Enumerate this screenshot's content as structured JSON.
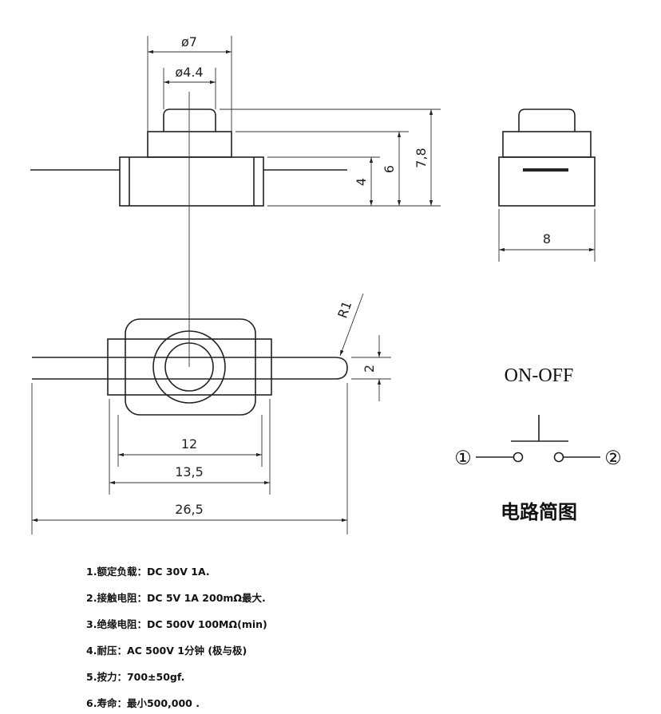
{
  "dimensions": {
    "outer_diameter": "ø7",
    "button_diameter": "ø4.4",
    "body_height": "4",
    "mid_height": "6",
    "total_height": "7,8",
    "width": "8",
    "radius": "R1",
    "pin_width": "2",
    "body_length": "12",
    "flange_length": "13,5",
    "total_length": "26,5"
  },
  "schematic": {
    "title": "ON-OFF",
    "terminal_1": "①",
    "terminal_2": "②",
    "caption": "电路简图"
  },
  "specs": [
    "1.额定负载：DC 30V 1A.",
    "2.接触电阻：DC 5V 1A 200mΩ最大.",
    "3.绝缘电阻：DC  500V 100MΩ(min)",
    "4.耐压：AC 500V 1分钟 (极与极)",
    "5.按力：700±50gf.",
    "6.寿命：最小500,000 ."
  ]
}
